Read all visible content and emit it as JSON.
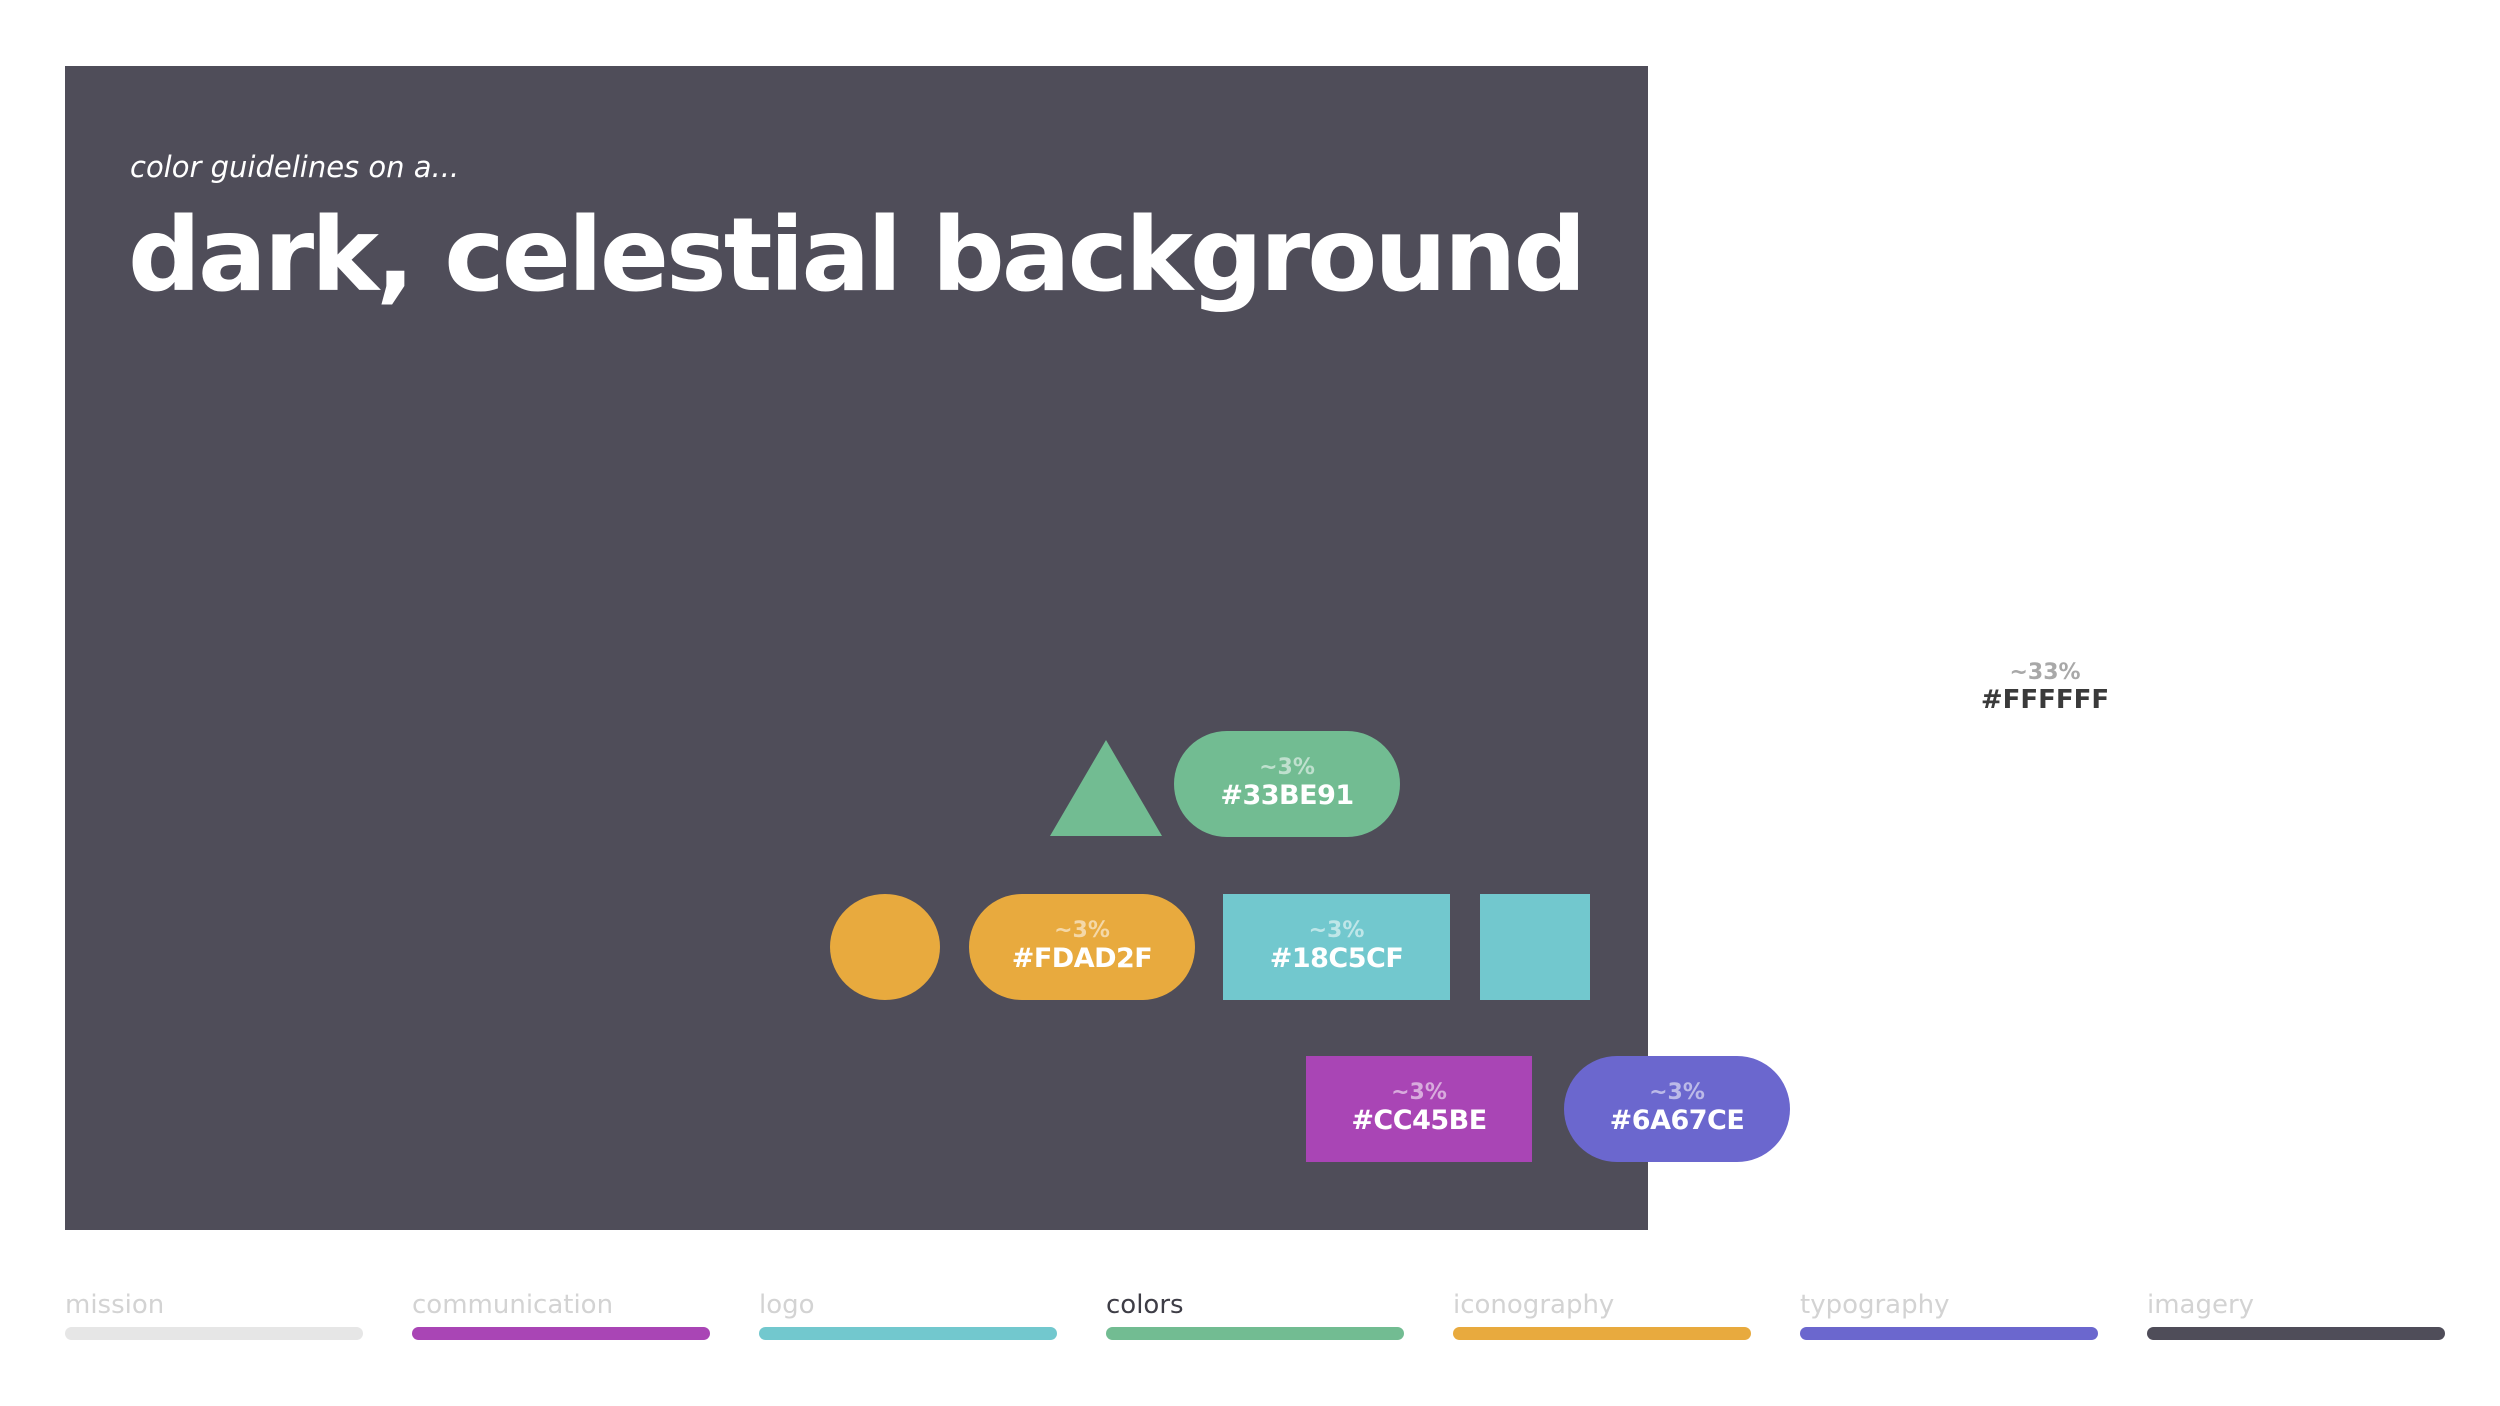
{
  "header": {
    "subtitle": "color guidelines on a...",
    "title": "dark, celestial background"
  },
  "panel_color": "#4F4D59",
  "swatches": [
    {
      "pct": "~3%",
      "hex": "#33BE91",
      "color": "#72BC92",
      "shape": "pill"
    },
    {
      "pct": "~3%",
      "hex": "#FDAD2F",
      "color": "#E8AA3E",
      "shape": "pill"
    },
    {
      "pct": "~3%",
      "hex": "#18C5CF",
      "color": "#72C8CE",
      "shape": "rect"
    },
    {
      "pct": "~3%",
      "hex": "#CC45BE",
      "color": "#A945B5",
      "shape": "rect"
    },
    {
      "pct": "~3%",
      "hex": "#6A67CE",
      "color": "#6B67CE",
      "shape": "pill"
    }
  ],
  "white_swatch": {
    "pct": "~33%",
    "hex": "#FFFFFF"
  },
  "shapes": [
    {
      "name": "triangle",
      "color": "#72BC92"
    },
    {
      "name": "circle",
      "color": "#E8AA3E"
    },
    {
      "name": "square",
      "color": "#72C8CE"
    }
  ],
  "nav": {
    "active": "colors",
    "items": [
      {
        "label": "mission",
        "color": "#E6E6E6"
      },
      {
        "label": "communication",
        "color": "#A945B5"
      },
      {
        "label": "logo",
        "color": "#72C8CE"
      },
      {
        "label": "colors",
        "color": "#72BC92"
      },
      {
        "label": "iconography",
        "color": "#E8AA3E"
      },
      {
        "label": "typography",
        "color": "#6B67CE"
      },
      {
        "label": "imagery",
        "color": "#4F4D59"
      }
    ]
  }
}
